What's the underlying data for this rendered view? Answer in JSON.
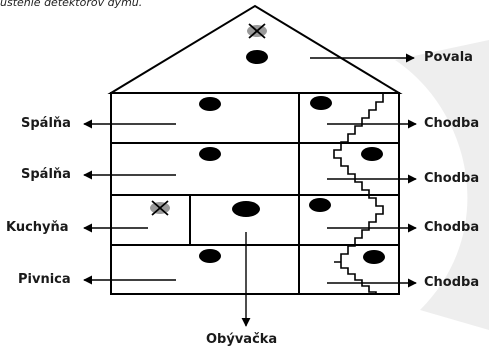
{
  "caption": "ústenie detektorov dymu.",
  "labels": {
    "attic": "Povala",
    "bedroom_upper": "Spálňa",
    "bedroom_lower": "Spálňa",
    "kitchen": "Kuchyňa",
    "basement": "Pivnica",
    "living_room": "Obývačka",
    "hallway": "Chodba"
  },
  "colors": {
    "line": "#000000",
    "detector": "#000000",
    "avoid_marker": "#9a9a9a",
    "background_swoosh": "#eeeeee"
  }
}
